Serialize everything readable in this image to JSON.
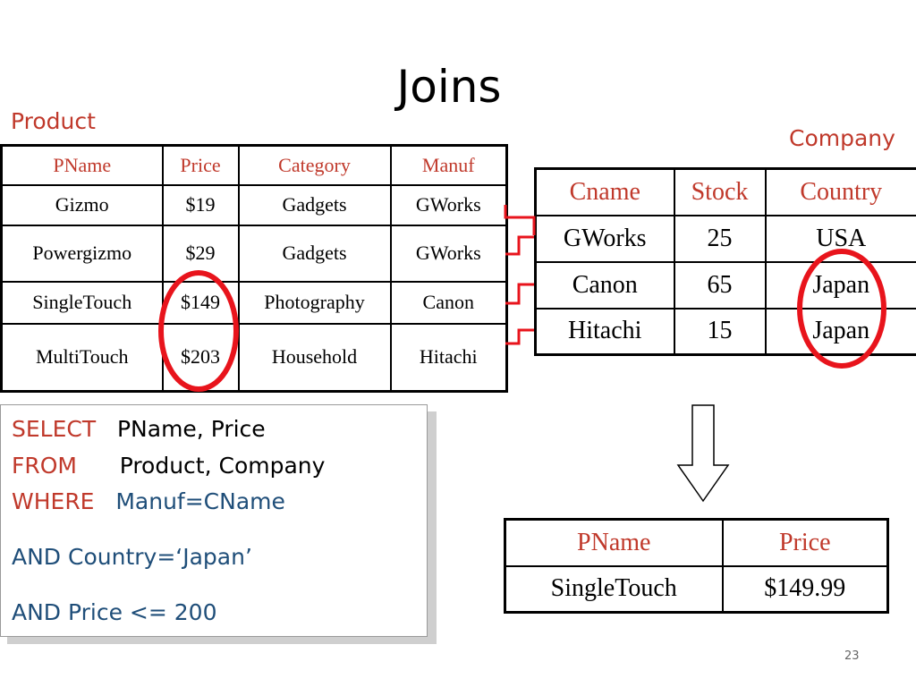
{
  "slide": {
    "title": "Joins",
    "page_number": "23"
  },
  "product": {
    "label": "Product",
    "headers": [
      "PName",
      "Price",
      "Category",
      "Manuf"
    ],
    "rows": [
      [
        "Gizmo",
        "$19",
        "Gadgets",
        "GWorks"
      ],
      [
        "Powergizmo",
        "$29",
        "Gadgets",
        "GWorks"
      ],
      [
        "SingleTouch",
        "$149",
        "Photography",
        "Canon"
      ],
      [
        "MultiTouch",
        "$203",
        "Household",
        "Hitachi"
      ]
    ]
  },
  "company": {
    "label": "Company",
    "headers": [
      "Cname",
      "Stock",
      "Country"
    ],
    "rows": [
      [
        "GWorks",
        "25",
        "USA"
      ],
      [
        "Canon",
        "65",
        "Japan"
      ],
      [
        "Hitachi",
        "15",
        "Japan"
      ]
    ]
  },
  "query": {
    "select_kw": "SELECT",
    "select_cols": "PName, Price",
    "from_kw": "FROM",
    "from_tables": "Product, Company",
    "where_kw": "WHERE",
    "where_cond": "Manuf=CName",
    "and_country": "AND Country=‘Japan’",
    "and_price": "AND Price <= 200"
  },
  "result": {
    "headers": [
      "PName",
      "Price"
    ],
    "rows": [
      [
        "SingleTouch",
        "$149.99"
      ]
    ]
  },
  "colors": {
    "accent_red": "#c0392b",
    "circle_red": "#e8141c",
    "query_blue": "#1f4e79"
  }
}
